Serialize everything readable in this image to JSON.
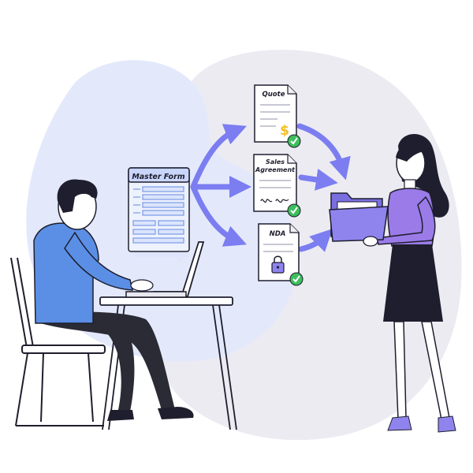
{
  "master_form": {
    "title": "Master Form"
  },
  "documents": [
    {
      "id": "quote",
      "title": "Quote",
      "symbol": "$",
      "status": "complete"
    },
    {
      "id": "sales-agreement",
      "title_line1": "Sales",
      "title_line2": "Agreement",
      "status": "complete"
    },
    {
      "id": "nda",
      "title": "NDA",
      "status": "complete"
    }
  ],
  "colors": {
    "accent": "#7b7df0",
    "blob_blue": "#e3e9fb",
    "blob_gray": "#ecebf2",
    "shirt_man": "#5b8fe6",
    "shirt_woman": "#9b7be8",
    "folder": "#8f84ee",
    "check": "#3cbf5c",
    "dollar": "#f0c020",
    "outline": "#1e1e2e"
  },
  "icons": [
    "dollar-icon",
    "signature-icon",
    "lock-icon",
    "checkmark-icon",
    "folder-icon",
    "laptop-icon"
  ]
}
